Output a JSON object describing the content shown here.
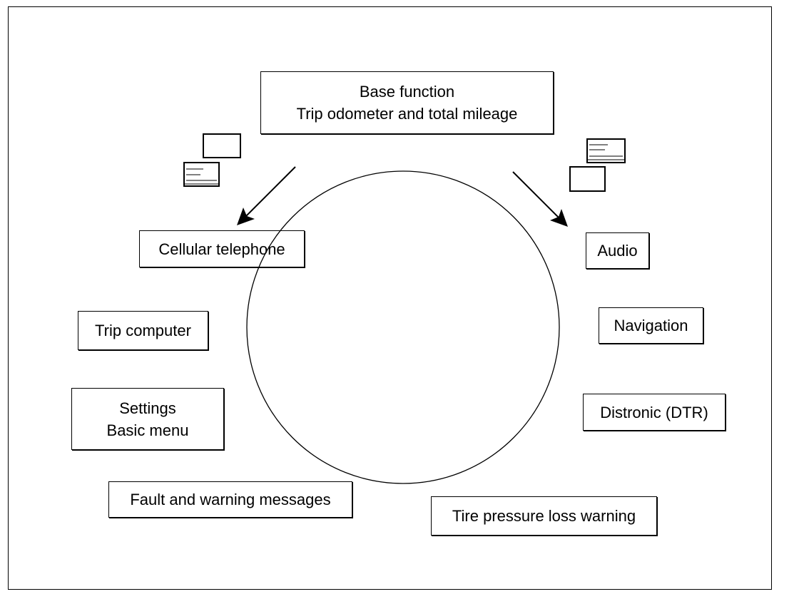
{
  "nodes": {
    "base_function": {
      "line1": "Base function",
      "line2": "Trip odometer and total mileage"
    },
    "cellular_telephone": {
      "label": "Cellular telephone"
    },
    "trip_computer": {
      "label": "Trip computer"
    },
    "settings": {
      "line1": "Settings",
      "line2": "Basic menu"
    },
    "fault_warning": {
      "label": "Fault and warning messages"
    },
    "audio": {
      "label": "Audio"
    },
    "navigation": {
      "label": "Navigation"
    },
    "distronic": {
      "label": "Distronic (DTR)"
    },
    "tire_pressure": {
      "label": "Tire pressure loss warning"
    }
  },
  "icons": {
    "left_display": "display-screens-icon",
    "right_display": "display-screens-icon",
    "left_arrow": "arrow-down-left-icon",
    "right_arrow": "arrow-down-right-icon",
    "cycle": "cycle-circle-icon"
  },
  "colors": {
    "stroke": "#000000",
    "background": "#ffffff"
  }
}
